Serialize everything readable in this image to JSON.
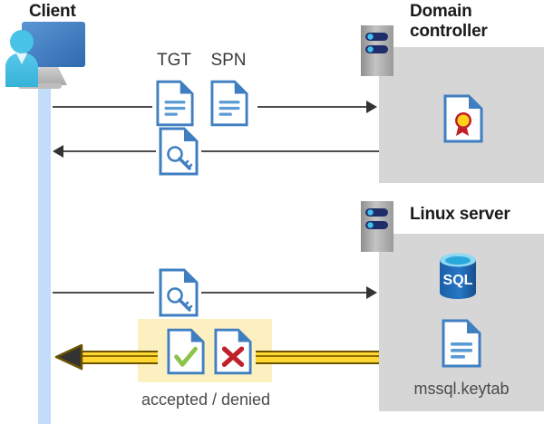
{
  "diagram": {
    "title": "Kerberos authentication flow between Client, Domain controller and Linux server",
    "type": "sequence-diagram"
  },
  "actors": {
    "client": {
      "label": "Client",
      "icon": "client-workstation-user-icon",
      "lifeline_color": "#c3dcfa"
    },
    "domain_controller": {
      "label": "Domain controller",
      "server_icon": "server-rack-icon",
      "panel_color": "#d6d6d6",
      "contents": [
        {
          "icon": "certificate-document-icon",
          "label": ""
        }
      ]
    },
    "linux_server": {
      "label": "Linux server",
      "server_icon": "server-rack-icon",
      "panel_color": "#d6d6d6",
      "contents": [
        {
          "icon": "sql-database-icon",
          "label": "SQL"
        },
        {
          "icon": "keytab-document-icon",
          "label": "mssql.keytab"
        }
      ]
    }
  },
  "messages": [
    {
      "id": "msg-1",
      "direction": "right",
      "from": "client",
      "to": "domain_controller",
      "color": "#4d4d4d",
      "artifacts": [
        {
          "label": "TGT",
          "icon": "document-lines-icon"
        },
        {
          "label": "SPN",
          "icon": "document-lines-icon"
        }
      ]
    },
    {
      "id": "msg-2",
      "direction": "left",
      "from": "domain_controller",
      "to": "client",
      "color": "#4d4d4d",
      "artifacts": [
        {
          "label": "",
          "icon": "document-key-icon"
        }
      ]
    },
    {
      "id": "msg-3",
      "direction": "right",
      "from": "client",
      "to": "linux_server",
      "color": "#4d4d4d",
      "artifacts": [
        {
          "label": "",
          "icon": "document-key-icon"
        }
      ]
    },
    {
      "id": "msg-4",
      "direction": "left",
      "from": "linux_server",
      "to": "client",
      "color": "#ffd633",
      "caption": "accepted / denied",
      "highlight_color": "#fcf0c0",
      "artifacts": [
        {
          "label": "",
          "icon": "document-check-icon"
        },
        {
          "label": "",
          "icon": "document-x-icon"
        }
      ]
    }
  ],
  "colors": {
    "accent_blue": "#3f7fc1",
    "doc_fill": "#ffffff",
    "panel_gray": "#d6d6d6",
    "lifeline_blue": "#c3dcfa",
    "highlight_yellow": "#fcf0c0",
    "arrow_yellow": "#ffd633",
    "line_gray": "#4d4d4d",
    "check_green": "#8cc34b",
    "x_red": "#c0202a",
    "sql_blue": "#1a5fa8"
  }
}
